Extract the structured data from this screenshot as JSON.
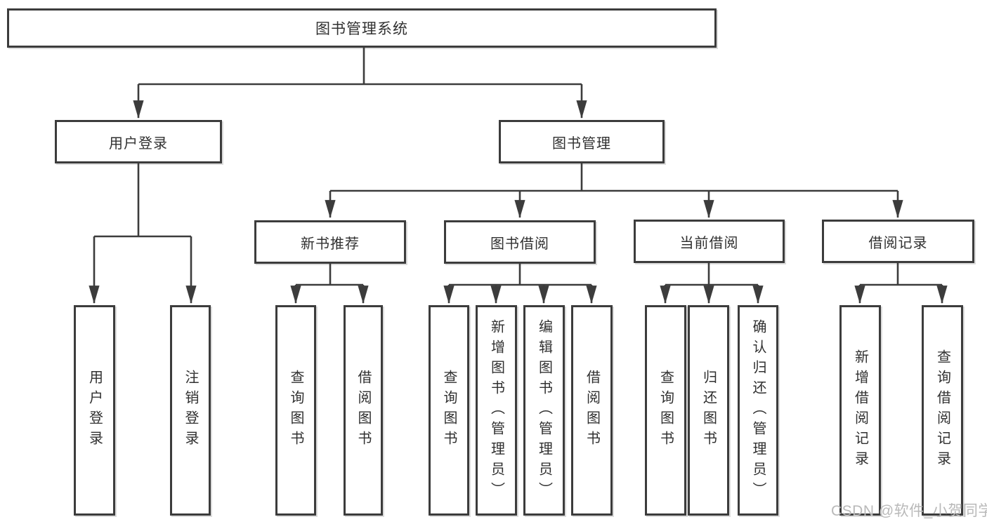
{
  "watermark": "CSDN @软件_小贺同学",
  "diagram": {
    "type": "hierarchy",
    "root": {
      "label": "图书管理系统",
      "children": [
        {
          "label": "用户登录",
          "children": [
            {
              "label": "用户登录"
            },
            {
              "label": "注销登录"
            }
          ]
        },
        {
          "label": "图书管理",
          "children": [
            {
              "label": "新书推荐",
              "children": [
                {
                  "label": "查询图书"
                },
                {
                  "label": "借阅图书"
                }
              ]
            },
            {
              "label": "图书借阅",
              "children": [
                {
                  "label": "查询图书"
                },
                {
                  "label": "新增图书（管理员）"
                },
                {
                  "label": "编辑图书（管理员）"
                },
                {
                  "label": "借阅图书"
                }
              ]
            },
            {
              "label": "当前借阅",
              "children": [
                {
                  "label": "查询图书"
                },
                {
                  "label": "归还图书"
                },
                {
                  "label": "确认归还（管理员）"
                }
              ]
            },
            {
              "label": "借阅记录",
              "children": [
                {
                  "label": "新增借阅记录"
                },
                {
                  "label": "查询借阅记录"
                }
              ]
            }
          ]
        }
      ]
    }
  }
}
